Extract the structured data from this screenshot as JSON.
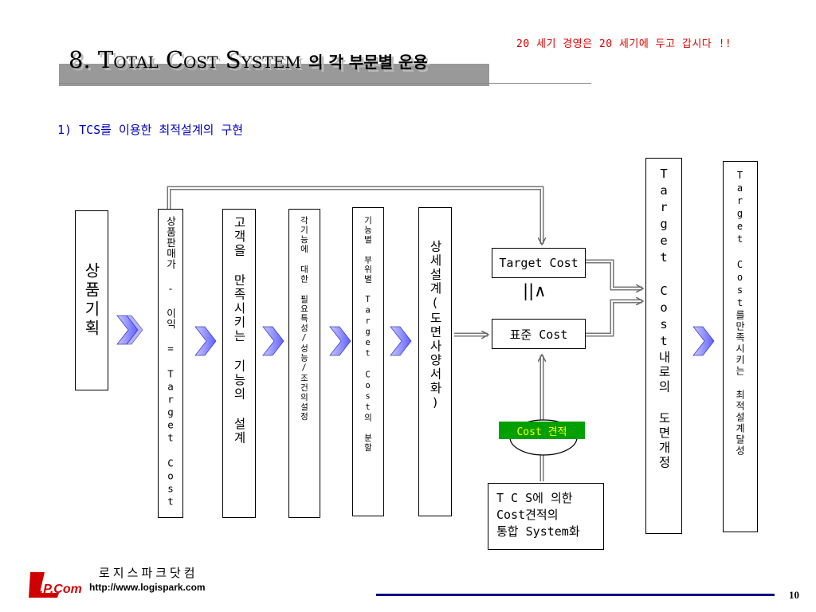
{
  "header": {
    "tagline": "20 세기 경영은 20 세기에 두고 갑시다 !!",
    "title_main": "8. Total Cost System",
    "title_suffix": "의 각 부문별 운용"
  },
  "section": {
    "subtitle": "1) TCS를 이용한 최적설계의 구현"
  },
  "flow": {
    "box1": "상품기획",
    "box2": "상품판매가 - 이익 = Target Cost",
    "box3": "고객을 만족시키는 기능의 설계",
    "box4": "각기능에 대한 필요특성/성능/조건의설정",
    "box5": "기능별 부위별 Target Cost의 분할",
    "box6": "상세설계(도면사양서화)",
    "target_cost": "Target Cost",
    "relation": "||∧",
    "standard_cost": "표준 Cost",
    "cost_estimate": "Cost 견적",
    "tcs_line1": "T C S에 의한",
    "tcs_line2": "Cost견적의",
    "tcs_line3": "통합 System화",
    "box7": "Target Cost내로의 도면개정",
    "box8": "Target Cost를만족시키는 최적설계달성"
  },
  "footer": {
    "logo_text": "L.P.Com",
    "company": "로지스파크닷컴",
    "url": "http://www.logispark.com",
    "page": "10"
  },
  "colors": {
    "tagline": "#e00000",
    "subtitle": "#0000c0",
    "arrow_block": "#8080ff",
    "cost_label_bg": "#00a000",
    "cost_label_text": "#ffff00",
    "footer_line": "#000080",
    "logo_red": "#d00000"
  }
}
